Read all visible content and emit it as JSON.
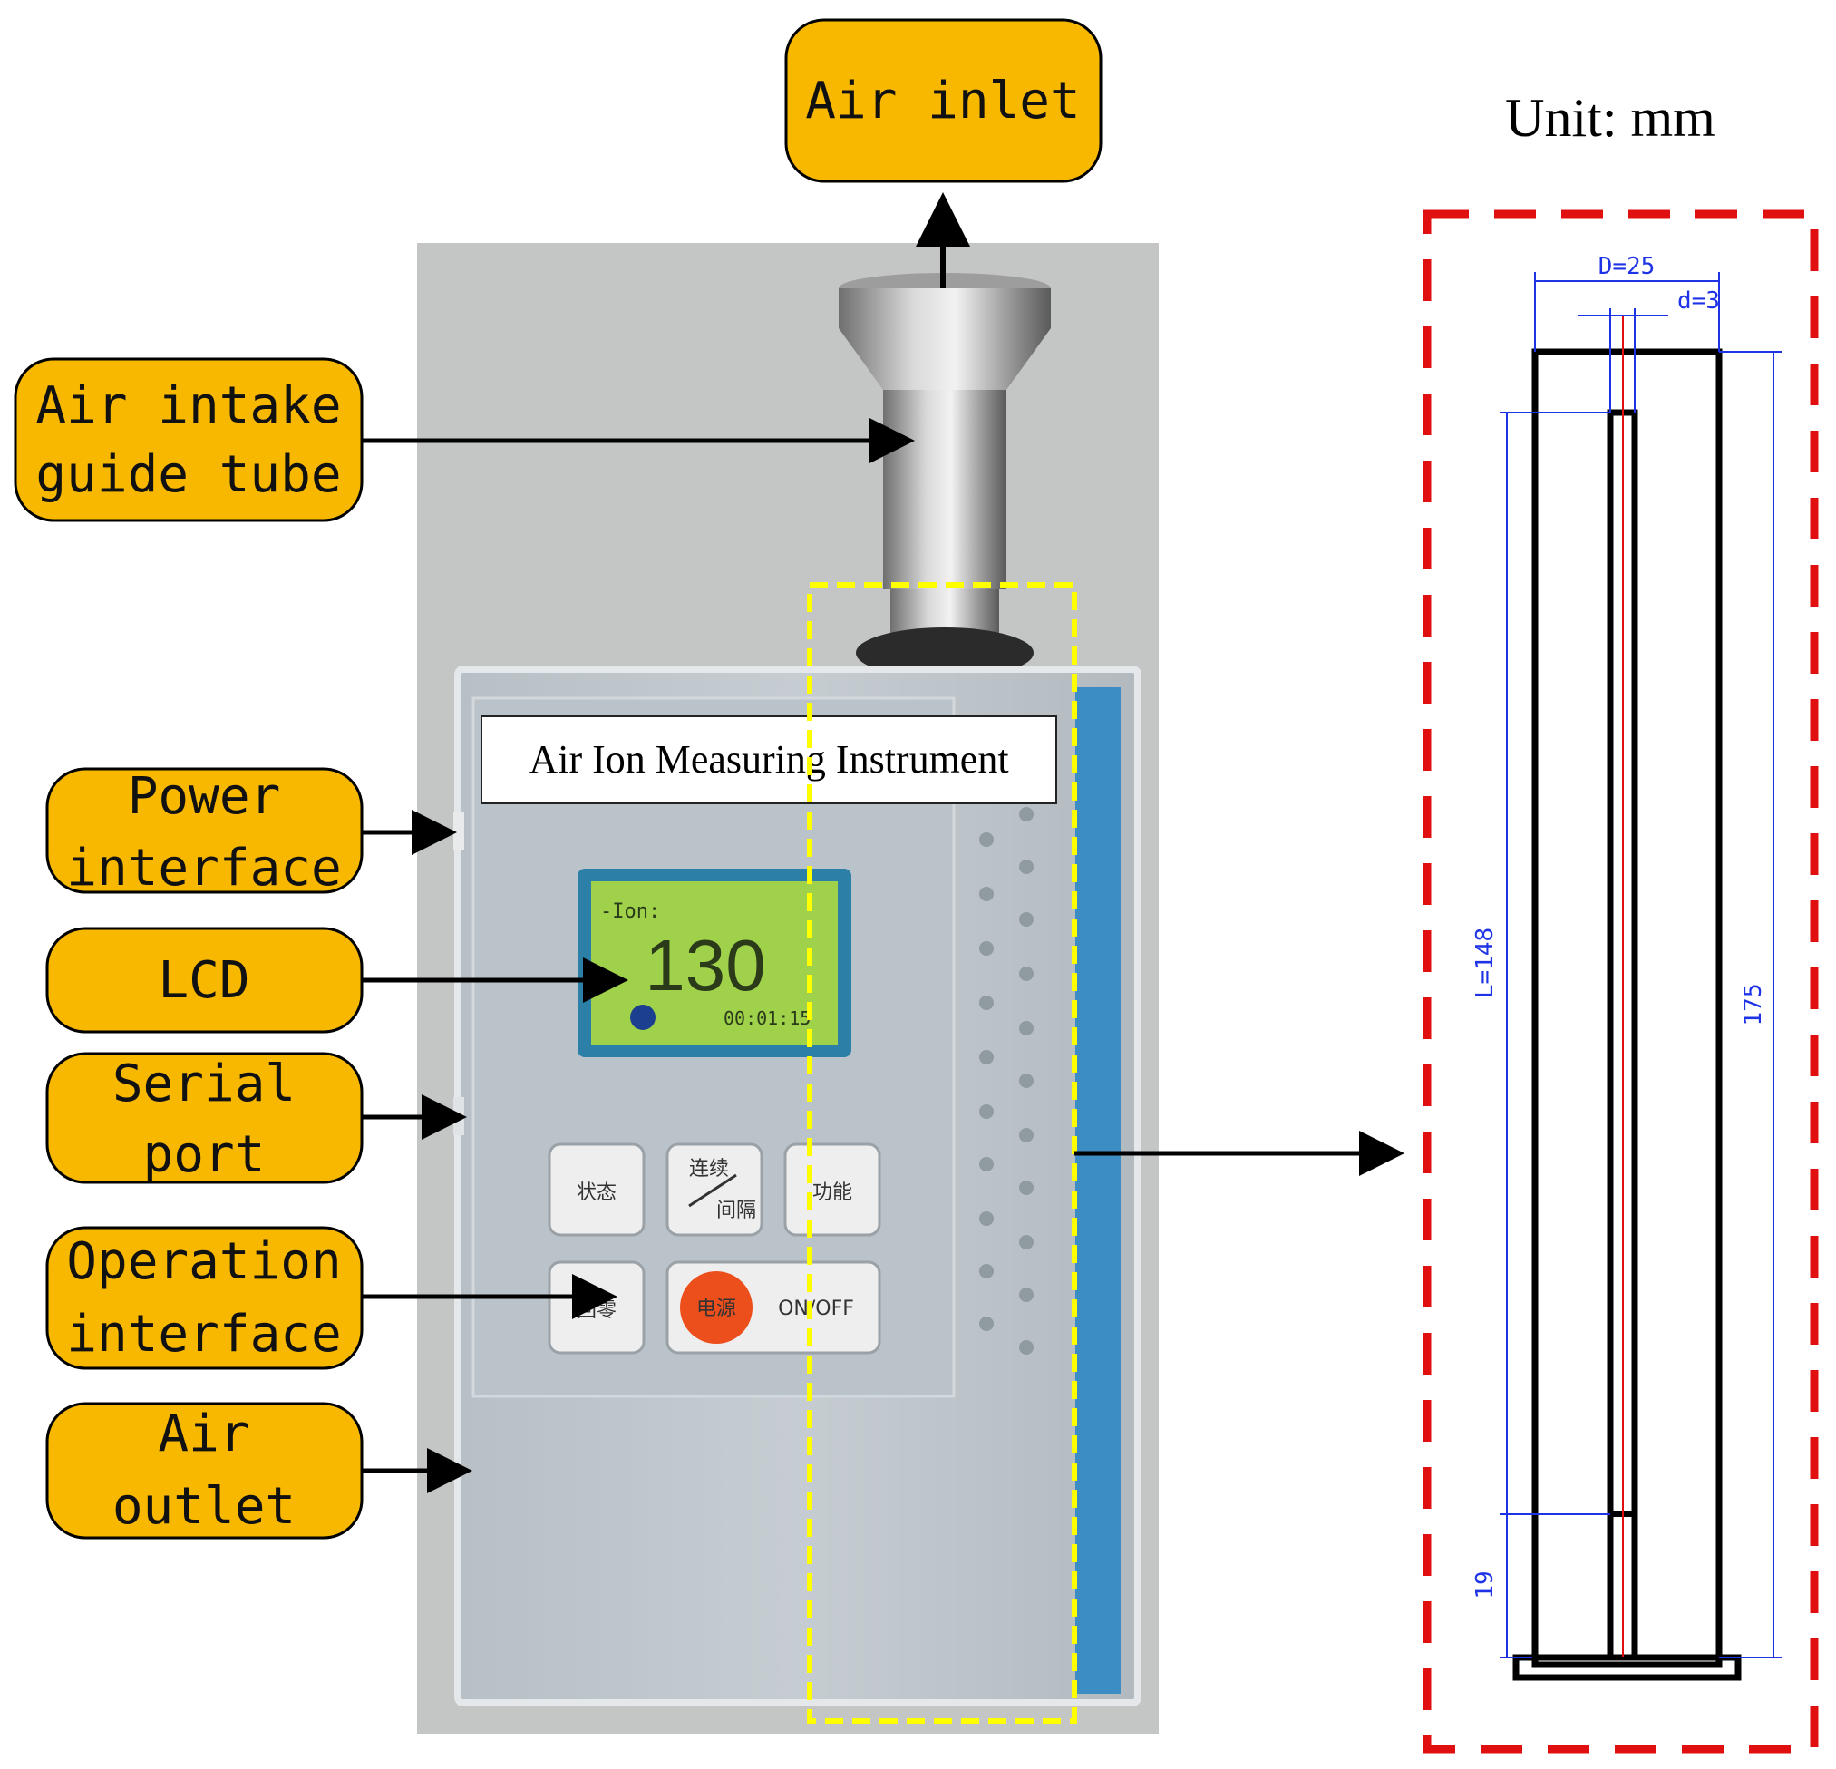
{
  "callouts": {
    "air_inlet": "Air inlet",
    "intake_tube": [
      "Air intake",
      "guide tube"
    ],
    "power_interface": [
      "Power",
      "interface"
    ],
    "lcd": "LCD",
    "serial_port": [
      "Serial",
      "port"
    ],
    "operation_interface": [
      "Operation",
      "interface"
    ],
    "air_outlet": [
      "Air",
      "outlet"
    ]
  },
  "instrument": {
    "label": "Air Ion Measuring Instrument",
    "lcd_top": "-Ion:",
    "lcd_value": "130",
    "lcd_bottom": "00:01:15",
    "keys": {
      "status": "状态",
      "continuous_top": "连续",
      "continuous_bottom": "间隔",
      "function": "功能",
      "zero": "回零",
      "power": "电源",
      "on_off": "ON/OFF"
    }
  },
  "drawing": {
    "unit": "Unit:  mm",
    "D": "D=25",
    "d": "d=3",
    "L": "L=148",
    "total": "175",
    "bottom": "19"
  },
  "colors": {
    "callout_fill": "#f8b800",
    "yellow_box": "#ffff00",
    "red_box": "#e01010",
    "dimension_blue": "#1f33e6",
    "lcd_green": "#9fd24a"
  }
}
